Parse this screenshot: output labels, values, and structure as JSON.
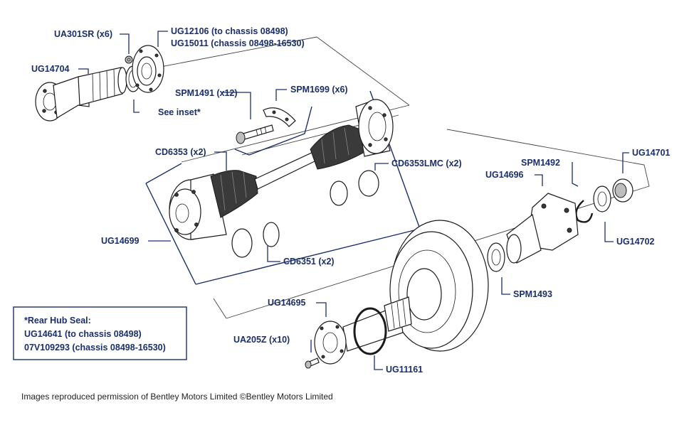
{
  "callouts": {
    "ua301sr": "UA301SR (x6)",
    "ug12106": "UG12106 (to chassis 08498)",
    "ug15011": "UG15011 (chassis 08498-16530)",
    "ug14704": "UG14704",
    "spm1491": "SPM1491 (x12)",
    "spm1699": "SPM1699 (x6)",
    "see_inset": "See inset*",
    "cd6353": "CD6353 (x2)",
    "cd6353lmc": "CD6353LMC (x2)",
    "spm1492": "SPM1492",
    "ug14701": "UG14701",
    "ug14696": "UG14696",
    "ug14702": "UG14702",
    "ug14699": "UG14699",
    "cd6351": "CD6351 (x2)",
    "spm1493": "SPM1493",
    "ug14695": "UG14695",
    "ua205z": "UA205Z (x10)",
    "ug11161": "UG11161"
  },
  "inset": {
    "line1": "*Rear Hub Seal:",
    "line2": "UG14641 (to chassis 08498)",
    "line3": "07V109293 (chassis 08498-16530)"
  },
  "credit": "Images reproduced permission of Bentley Motors Limited ©Bentley Motors Limited",
  "colors": {
    "label": "#1a2f6b",
    "line": "#1b1b1b",
    "background": "#ffffff"
  }
}
